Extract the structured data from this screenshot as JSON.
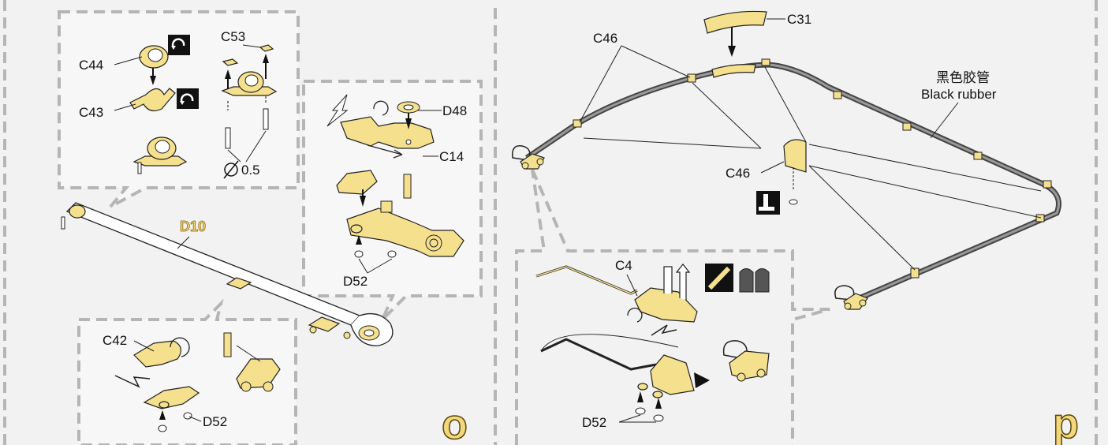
{
  "panels": {
    "o": {
      "step_label": "o",
      "parts": {
        "c44": "C44",
        "c43": "C43",
        "c53": "C53",
        "wire": "0.5",
        "d48": "D48",
        "c14": "C14",
        "d52_a": "D52",
        "d10": "D10",
        "c42": "C42",
        "d52_b": "D52"
      }
    },
    "p": {
      "step_label": "p",
      "parts": {
        "c31": "C31",
        "c46_top": "C46",
        "hose_cn": "黑色胶管",
        "hose_en": "Black rubber",
        "c46_mid": "C46",
        "c4": "C4",
        "d52": "D52"
      }
    }
  },
  "colors": {
    "brass": "#f5e08e",
    "frame": "#b5b5b5",
    "background": "#f2f2f2",
    "hose": "#666666"
  }
}
